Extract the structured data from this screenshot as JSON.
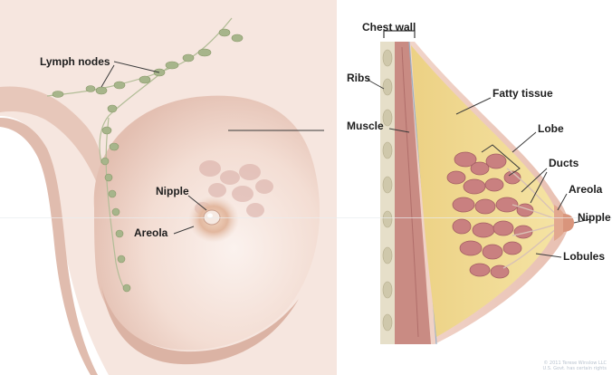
{
  "figure": {
    "front_view": {
      "labels": {
        "lymph_nodes": "Lymph nodes",
        "nipple": "Nipple",
        "areola": "Areola"
      }
    },
    "side_view": {
      "labels": {
        "chest_wall": "Chest wall",
        "ribs": "Ribs",
        "muscle": "Muscle",
        "fatty_tissue": "Fatty tissue",
        "lobe": "Lobe",
        "ducts": "Ducts",
        "areola": "Areola",
        "nipple": "Nipple",
        "lobules": "Lobules"
      }
    },
    "credit": {
      "line1": "© 2011 Terese Winslow LLC",
      "line2": "U.S. Govt. has certain rights"
    }
  },
  "colors": {
    "skin_light": "#f8ece6",
    "skin_mid": "#efd4c9",
    "skin_shadow": "#dcb2a2",
    "fatty_tissue": "#f1dc8f",
    "lobule": "#c97c7c",
    "lobule_dark": "#a85c62",
    "muscle": "#c9847c",
    "rib": "#d7d1b8",
    "lymph_node": "#9fb083",
    "leader_line": "#3a3a3a"
  }
}
